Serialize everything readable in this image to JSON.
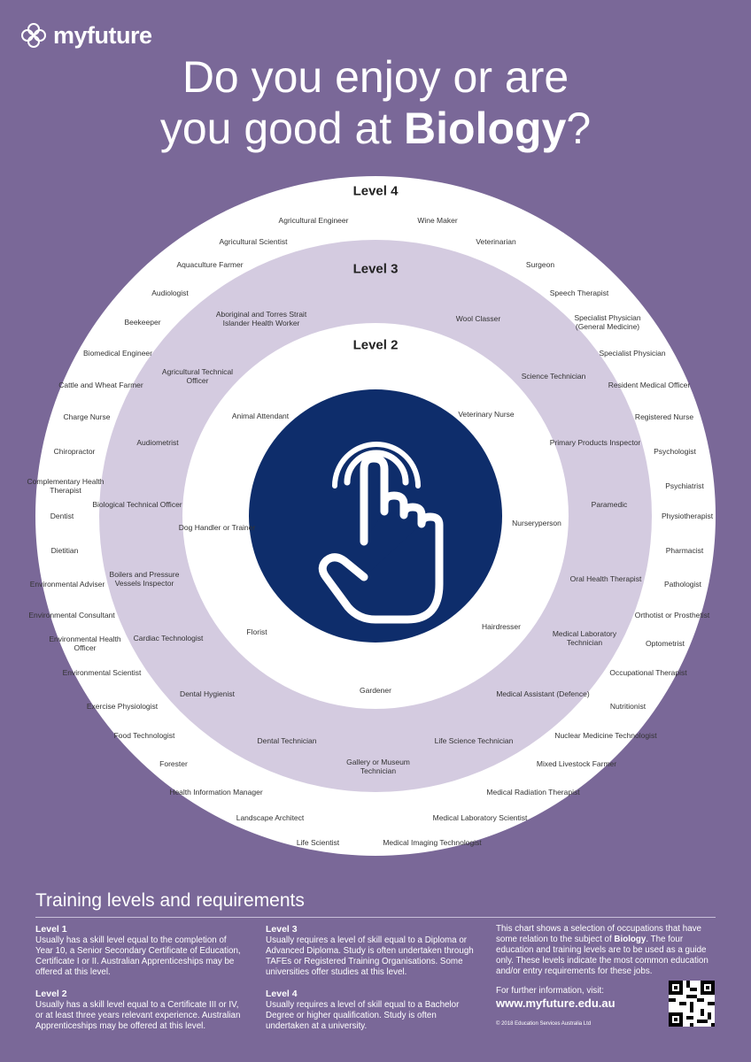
{
  "brand": {
    "name": "myfuture"
  },
  "title": {
    "prefix_line1": "Do you enjoy or are",
    "prefix_line2": "you good at ",
    "subject": "Biology",
    "suffix": "?"
  },
  "levels": {
    "l4": "Level 4",
    "l3": "Level 3",
    "l2": "Level 2"
  },
  "level4_occupations": [
    "Agricultural Engineer",
    "Wine Maker",
    "Agricultural Scientist",
    "Veterinarian",
    "Aquaculture Farmer",
    "Surgeon",
    "Audiologist",
    "Speech Therapist",
    "Beekeeper",
    "Specialist Physician\n(General Medicine)",
    "Biomedical Engineer",
    "Specialist Physician",
    "Cattle and Wheat Farmer",
    "Resident Medical Officer",
    "Charge Nurse",
    "Registered Nurse",
    "Chiropractor",
    "Psychologist",
    "Complementary Health\nTherapist",
    "Psychiatrist",
    "Dentist",
    "Physiotherapist",
    "Dietitian",
    "Pharmacist",
    "Environmental Adviser",
    "Pathologist",
    "Environmental Consultant",
    "Orthotist or Prosthetist",
    "Environmental Health\nOfficer",
    "Optometrist",
    "Environmental Scientist",
    "Occupational Therapist",
    "Exercise Physiologist",
    "Nutritionist",
    "Food Technologist",
    "Nuclear Medicine Technologist",
    "Forester",
    "Mixed Livestock Farmer",
    "Health Information Manager",
    "Medical Radiation Therapist",
    "Landscape Architect",
    "Medical Laboratory Scientist",
    "Life Scientist",
    "Medical Imaging Technologist"
  ],
  "level3_occupations": [
    "Aboriginal and Torres Strait\nIslander Health Worker",
    "Wool Classer",
    "Agricultural Technical\nOfficer",
    "Science Technician",
    "Audiometrist",
    "Primary Products Inspector",
    "Biological Technical Officer",
    "Paramedic",
    "Boilers and Pressure\nVessels Inspector",
    "Oral Health Therapist",
    "Cardiac Technologist",
    "Medical Laboratory\nTechnician",
    "Dental Hygienist",
    "Medical Assistant (Defence)",
    "Dental Technician",
    "Life Science Technician",
    "Gallery or Museum\nTechnician"
  ],
  "level2_occupations": [
    "Animal Attendant",
    "Veterinary Nurse",
    "Dog Handler or Trainer",
    "Nurseryperson",
    "Florist",
    "Hairdresser",
    "Gardener"
  ],
  "center_icon": "pointing-hand-touch-icon",
  "training": {
    "heading": "Training levels and requirements",
    "level1": {
      "title": "Level 1",
      "text": "Usually has a skill level equal to the completion of Year 10, a Senior Secondary Certificate of Education, Certificate I or II. Australian Apprenticeships may be offered at this level."
    },
    "level2": {
      "title": "Level 2",
      "text": "Usually has a skill level equal to a Certificate III or IV, or at least three years relevant experience. Australian Apprenticeships may be offered at this level."
    },
    "level3": {
      "title": "Level 3",
      "text": "Usually requires a level of skill equal to a Diploma or Advanced Diploma. Study is often undertaken through TAFEs or Registered Training Organisations. Some universities offer studies at this level."
    },
    "level4": {
      "title": "Level 4",
      "text": "Usually requires a level of skill equal to a Bachelor Degree or higher qualification. Study is often undertaken at a university."
    },
    "note_pre": "This chart shows a selection of occupations that have some relation to the subject of ",
    "note_subject": "Biology",
    "note_post": ". The four education and training levels are to be used as a guide only. These levels indicate the most common education and/or entry requirements for these jobs.",
    "info": "For further information, visit:",
    "url": "www.myfuture.edu.au",
    "copyright": "© 2018 Education Services Australia Ltd"
  },
  "colors": {
    "background": "#7a6898",
    "ring3": "#d4cbe0",
    "center": "#0e2d6b"
  }
}
